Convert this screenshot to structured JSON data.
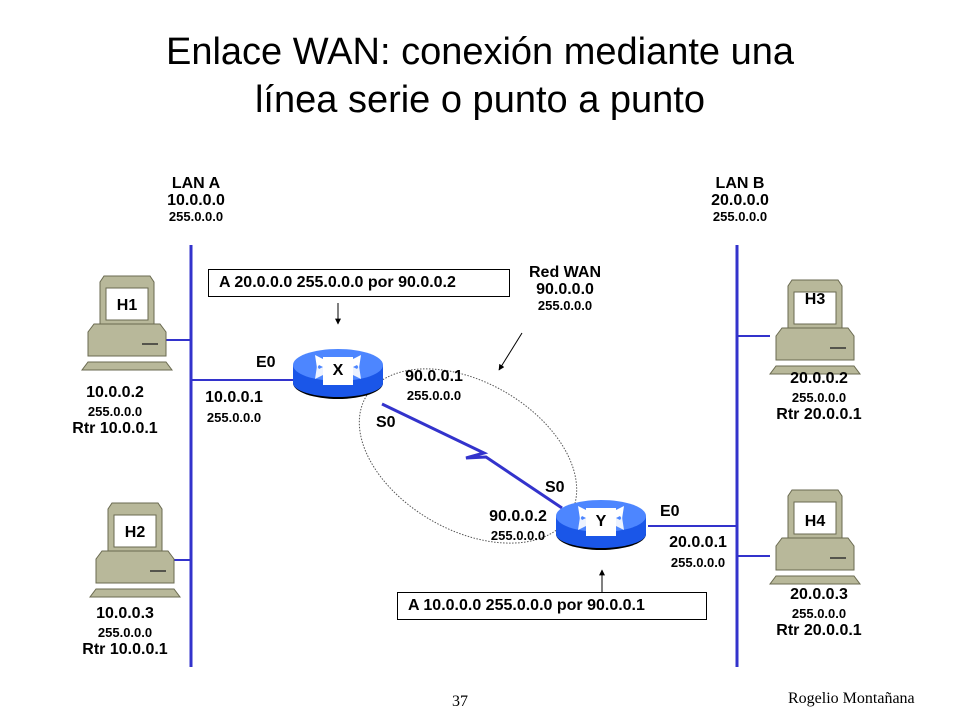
{
  "slide": {
    "title_line1": "Enlace WAN: conexión mediante una",
    "title_line2": "línea serie o punto a punto",
    "page_number": "37",
    "author": "Rogelio Montañana"
  },
  "colors": {
    "lan_line": "#3333cc",
    "router_top": "#3f7fff",
    "router_side": "#1a56e8",
    "router_base": "#000000",
    "host_body": "#b8b89a",
    "host_outline": "#6a6a50"
  },
  "lans": {
    "a": {
      "name": "LAN A",
      "network": "10.0.0.0",
      "mask": "255.0.0.0"
    },
    "b": {
      "name": "LAN B",
      "network": "20.0.0.0",
      "mask": "255.0.0.0"
    },
    "wan": {
      "name": "Red WAN",
      "network": "90.0.0.0",
      "mask": "255.0.0.0"
    }
  },
  "hosts": [
    {
      "label": "H1",
      "ip": "10.0.0.2",
      "mask": "255.0.0.0",
      "gateway": "Rtr 10.0.0.1"
    },
    {
      "label": "H2",
      "ip": "10.0.0.3",
      "mask": "255.0.0.0",
      "gateway": "Rtr 10.0.0.1"
    },
    {
      "label": "H3",
      "ip": "20.0.0.2",
      "mask": "255.0.0.0",
      "gateway": "Rtr 20.0.0.1"
    },
    {
      "label": "H4",
      "ip": "20.0.0.3",
      "mask": "255.0.0.0",
      "gateway": "Rtr 20.0.0.1"
    }
  ],
  "routers": {
    "x": {
      "label": "X",
      "e0": {
        "name": "E0",
        "ip": "10.0.0.1",
        "mask": "255.0.0.0"
      },
      "s0": {
        "name": "S0",
        "ip": "90.0.0.1",
        "mask": "255.0.0.0"
      },
      "route": "A 20.0.0.0 255.0.0.0 por 90.0.0.2"
    },
    "y": {
      "label": "Y",
      "e0": {
        "name": "E0",
        "ip": "20.0.0.1",
        "mask": "255.0.0.0"
      },
      "s0": {
        "name": "S0",
        "ip": "90.0.0.2",
        "mask": "255.0.0.0"
      },
      "route": "A 10.0.0.0 255.0.0.0 por 90.0.0.1"
    }
  }
}
